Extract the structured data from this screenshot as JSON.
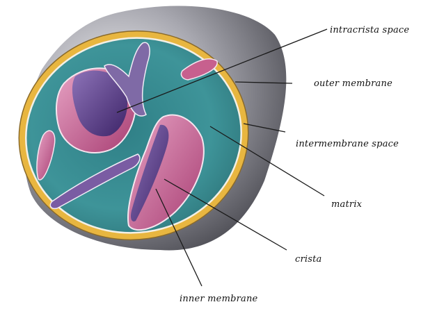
{
  "labels": {
    "intracrista_space": "intracrista space",
    "outer_membrane": "outer membrane",
    "intermembrane_space": "intermembrane space",
    "matrix": "matrix",
    "crista": "crista",
    "inner_membrane": "inner membrane"
  },
  "colors": {
    "outer_shell": "#6f6f76",
    "intermembrane": "#e8b640",
    "matrix": "#3f8f93",
    "crista_pink": "#c7608e",
    "intracrista_purple": "#5a3d86"
  }
}
